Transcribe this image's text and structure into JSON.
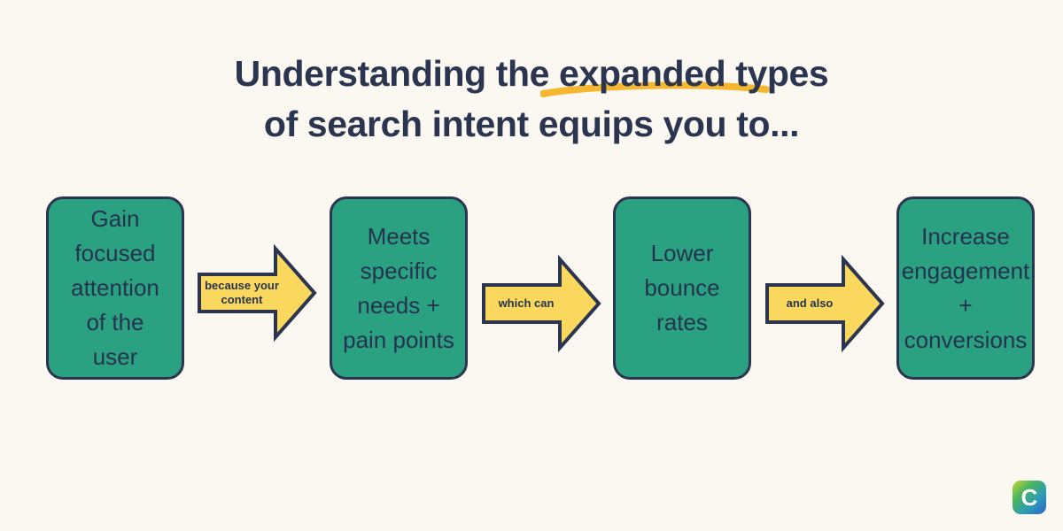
{
  "background_color": "#FBF8F1",
  "title": {
    "line1": "Understanding the expanded types",
    "line2": "of search intent equips you to...",
    "text_color": "#2B3550",
    "underline_color": "#F5B730",
    "underline_target_word": "expanded"
  },
  "flow": {
    "box_fill": "#2AA181",
    "box_border": "#2B3550",
    "box_text_color": "#26334F",
    "arrow_fill": "#FAD85E",
    "arrow_border": "#2B3550",
    "arrow_text_color": "#26334F",
    "boxes": [
      {
        "label": "Gain\nfocused\nattention\nof the\nuser"
      },
      {
        "label": "Meets\nspecific\nneeds +\npain points"
      },
      {
        "label": "Lower\nbounce\nrates"
      },
      {
        "label": "Increase\nengagement\n+\nconversions"
      }
    ],
    "arrows": [
      {
        "label": "because your\ncontent"
      },
      {
        "label": "which can"
      },
      {
        "label": "and also"
      }
    ]
  },
  "logo": {
    "letter": "C",
    "gradient_from": "#C9D936",
    "gradient_to": "#2F63CE"
  }
}
